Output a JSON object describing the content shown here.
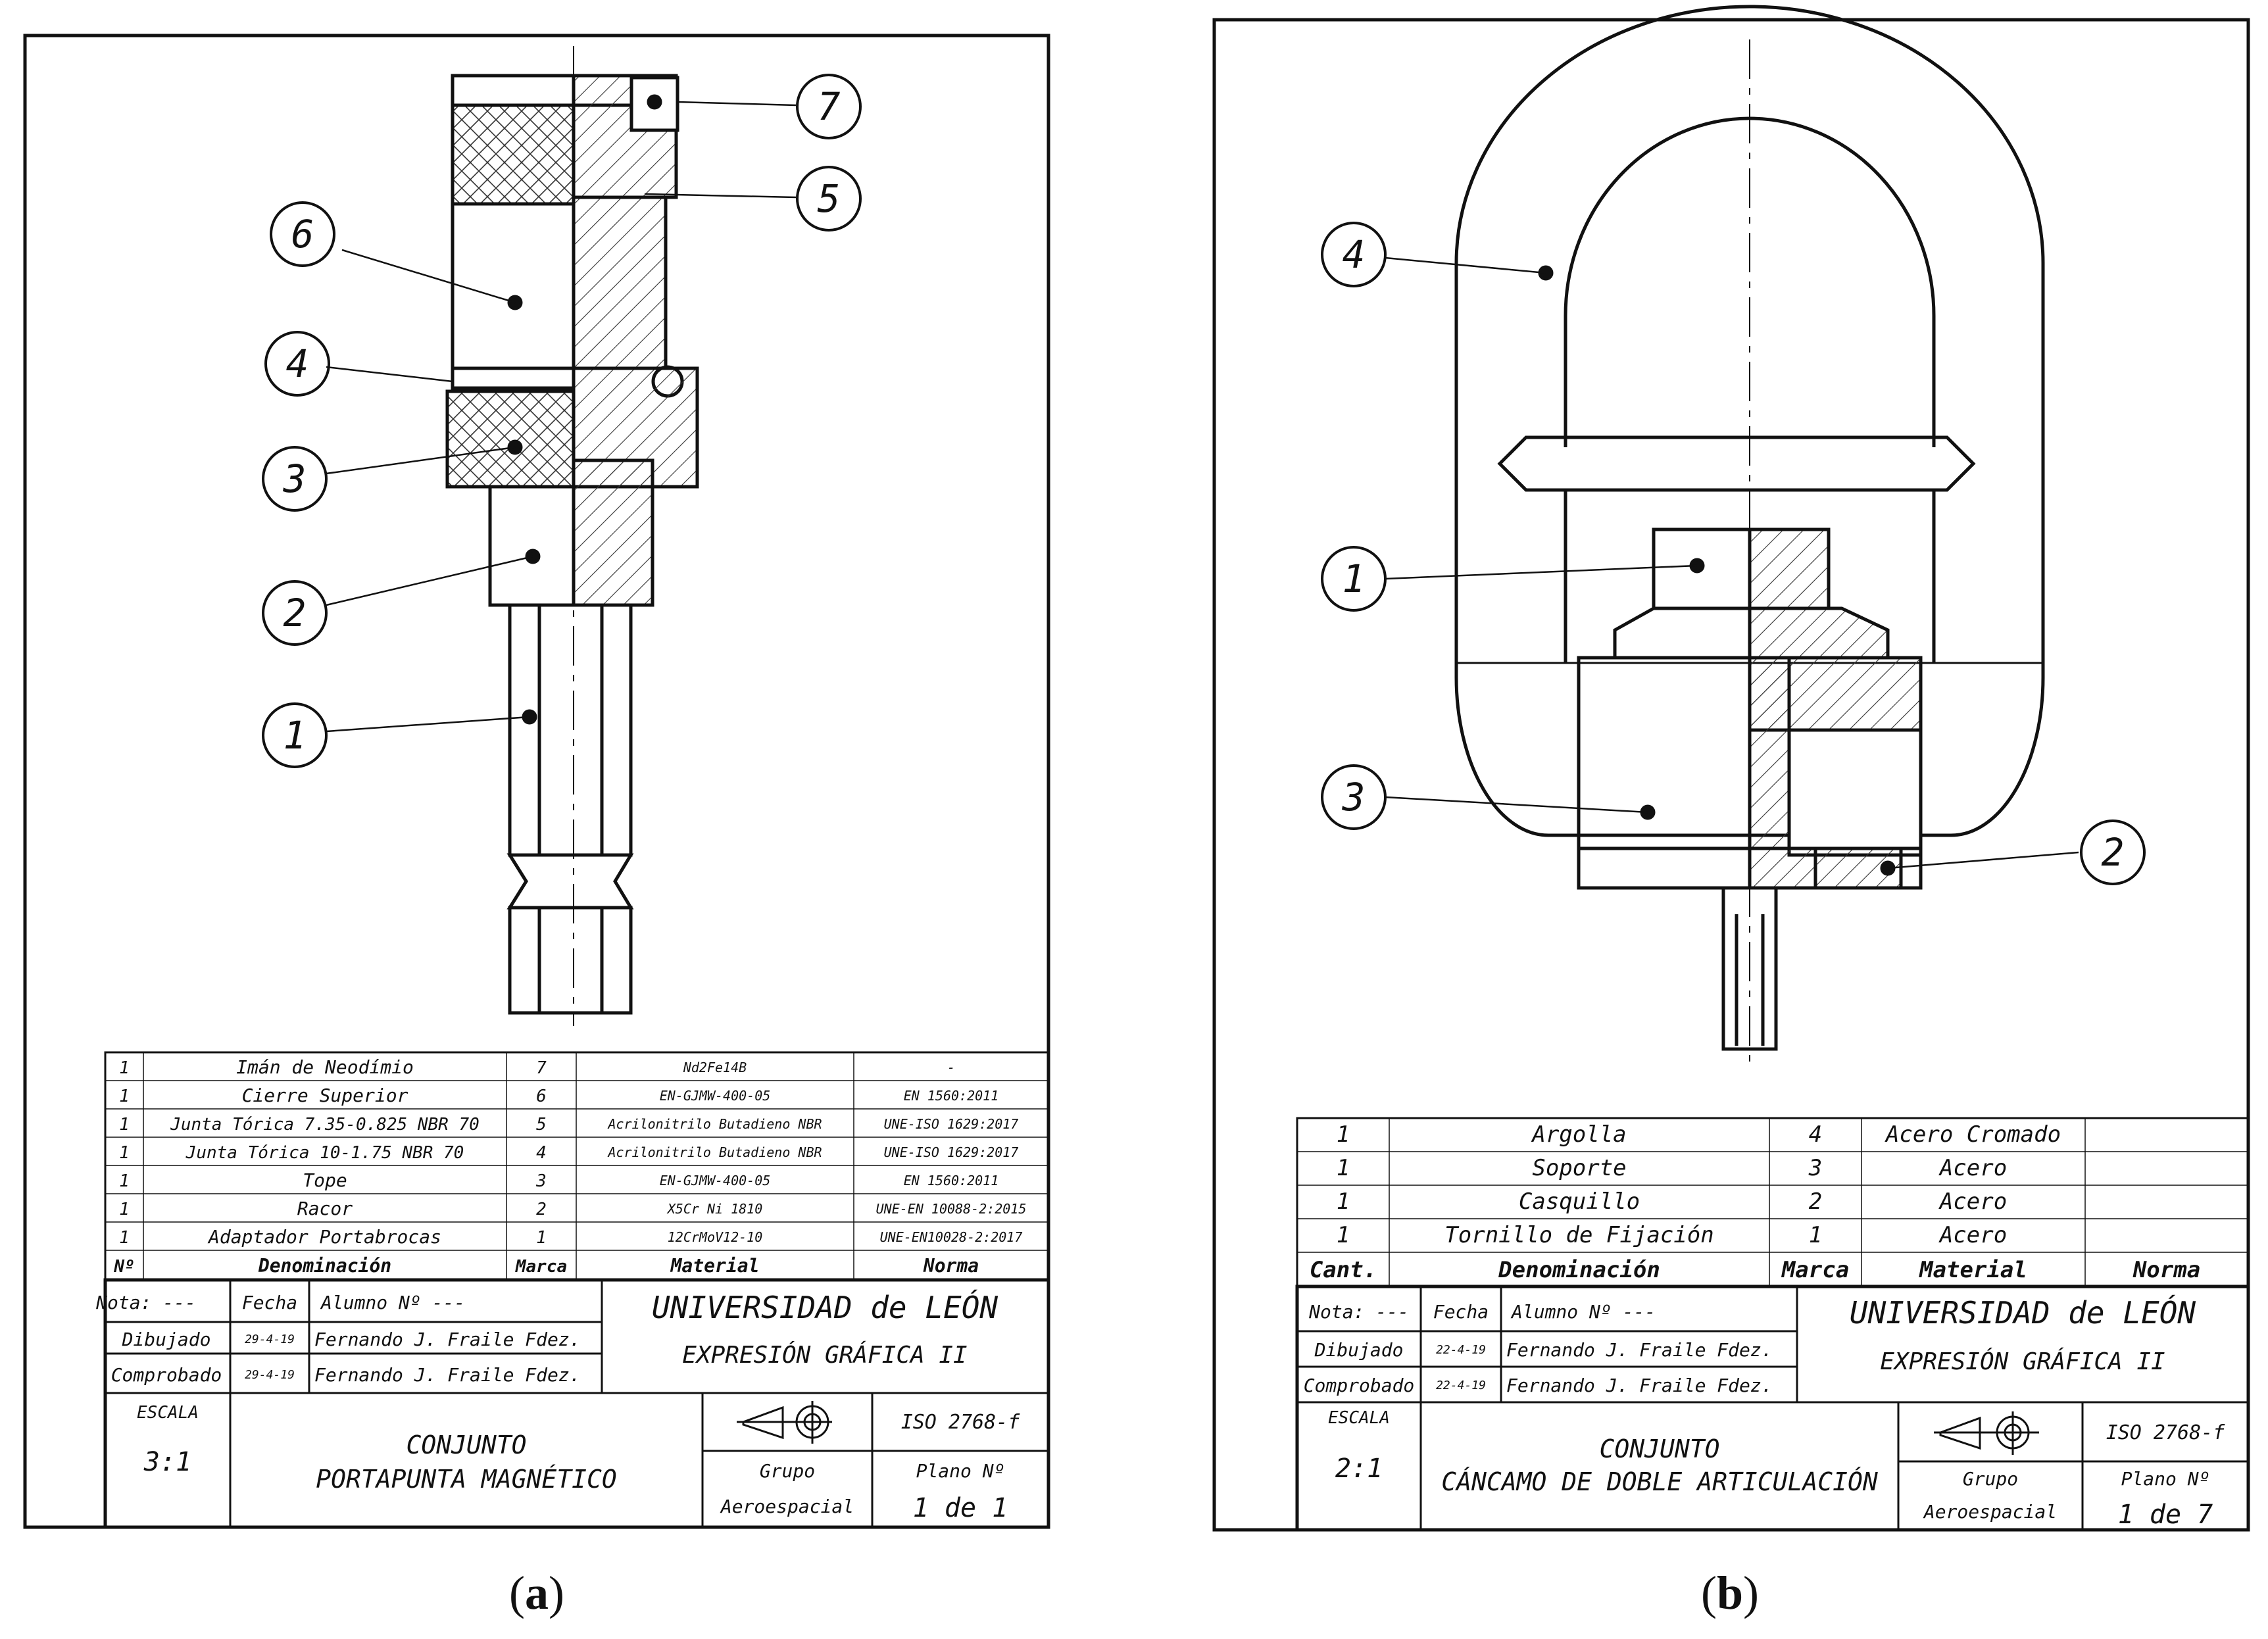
{
  "panel_a": {
    "caption": "a",
    "balloons": [
      "7",
      "5",
      "6",
      "4",
      "3",
      "2",
      "1"
    ],
    "parts_headers": {
      "n": "Nº",
      "denominacion": "Denominación",
      "marca": "Marca",
      "material": "Material",
      "norma": "Norma"
    },
    "parts": [
      {
        "cant": "1",
        "denominacion": "Imán de Neodímio",
        "marca": "7",
        "material": "Nd2Fe14B",
        "norma": "-"
      },
      {
        "cant": "1",
        "denominacion": "Cierre Superior",
        "marca": "6",
        "material": "EN-GJMW-400-05",
        "norma": "EN 1560:2011"
      },
      {
        "cant": "1",
        "denominacion": "Junta Tórica 7.35-0.825 NBR 70",
        "marca": "5",
        "material": "Acrilonitrilo Butadieno NBR",
        "norma": "UNE-ISO 1629:2017"
      },
      {
        "cant": "1",
        "denominacion": "Junta Tórica 10-1.75 NBR 70",
        "marca": "4",
        "material": "Acrilonitrilo Butadieno NBR",
        "norma": "UNE-ISO 1629:2017"
      },
      {
        "cant": "1",
        "denominacion": "Tope",
        "marca": "3",
        "material": "EN-GJMW-400-05",
        "norma": "EN 1560:2011"
      },
      {
        "cant": "1",
        "denominacion": "Racor",
        "marca": "2",
        "material": "X5Cr Ni 1810",
        "norma": "UNE-EN 10088-2:2015"
      },
      {
        "cant": "1",
        "denominacion": "Adaptador Portabrocas",
        "marca": "1",
        "material": "12CrMoV12-10",
        "norma": "UNE-EN10028-2:2017"
      }
    ],
    "title_block": {
      "nota": "Nota: ---",
      "fecha": "Fecha",
      "alumno": "Alumno Nº ---",
      "dibujado": "Dibujado",
      "dibujado_fecha": "29-4-19",
      "dibujado_nombre": "Fernando J. Fraile Fdez.",
      "comprobado": "Comprobado",
      "comprobado_fecha": "29-4-19",
      "comprobado_nombre": "Fernando J. Fraile Fdez.",
      "universidad": "UNIVERSIDAD de LEÓN",
      "asignatura": "EXPRESIÓN GRÁFICA II",
      "escala_label": "ESCALA",
      "escala": "3:1",
      "titulo1": "CONJUNTO",
      "titulo2": "PORTAPUNTA MAGNÉTICO",
      "iso": "ISO 2768-f",
      "grupo": "Grupo",
      "aero": "Aeroespacial",
      "plano_label": "Plano Nº",
      "plano": "1 de 1"
    }
  },
  "panel_b": {
    "caption": "b",
    "balloons": [
      "4",
      "1",
      "3",
      "2"
    ],
    "parts_headers": {
      "cant": "Cant.",
      "denominacion": "Denominación",
      "marca": "Marca",
      "material": "Material",
      "norma": "Norma"
    },
    "parts": [
      {
        "cant": "1",
        "denominacion": "Argolla",
        "marca": "4",
        "material": "Acero Cromado",
        "norma": ""
      },
      {
        "cant": "1",
        "denominacion": "Soporte",
        "marca": "3",
        "material": "Acero",
        "norma": ""
      },
      {
        "cant": "1",
        "denominacion": "Casquillo",
        "marca": "2",
        "material": "Acero",
        "norma": ""
      },
      {
        "cant": "1",
        "denominacion": "Tornillo de Fijación",
        "marca": "1",
        "material": "Acero",
        "norma": ""
      }
    ],
    "title_block": {
      "nota": "Nota: ---",
      "fecha": "Fecha",
      "alumno": "Alumno Nº ---",
      "dibujado": "Dibujado",
      "dibujado_fecha": "22-4-19",
      "dibujado_nombre": "Fernando J. Fraile Fdez.",
      "comprobado": "Comprobado",
      "comprobado_fecha": "22-4-19",
      "comprobado_nombre": "Fernando J. Fraile Fdez.",
      "universidad": "UNIVERSIDAD de LEÓN",
      "asignatura": "EXPRESIÓN GRÁFICA II",
      "escala_label": "ESCALA",
      "escala": "2:1",
      "titulo1": "CONJUNTO",
      "titulo2": "CÁNCAMO DE DOBLE ARTICULACIÓN",
      "iso": "ISO 2768-f",
      "grupo": "Grupo",
      "aero": "Aeroespacial",
      "plano_label": "Plano Nº",
      "plano": "1 de 7"
    }
  },
  "colors": {
    "ink": "#111111",
    "paper": "#ffffff"
  }
}
